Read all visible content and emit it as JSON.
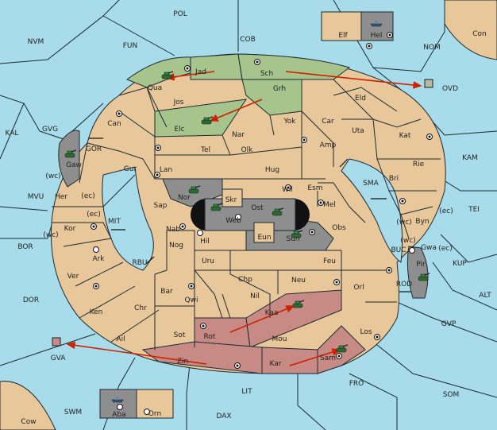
{
  "colors": {
    "sea": "#a8dcea",
    "land": "#e8c89a",
    "green_power": "#a6c48c",
    "red_power": "#c88a84",
    "grey_power": "#8e8e8e",
    "arrow": "#cc2200"
  },
  "map": {
    "sea_labels": {
      "POL": "POL",
      "NVM": "NVM",
      "FUN": "FUN",
      "COB": "COB",
      "NOM": "NOM",
      "KAL": "KAL",
      "GVG": "GVG",
      "GOR": "GOR",
      "MIT": "MIT",
      "MVU": "MVU",
      "BOR": "BOR",
      "DOR": "DOR",
      "RBU": "RBU",
      "SMA": "SMA",
      "KAM": "KAM",
      "TEI": "TEI",
      "BUC": "BUC",
      "KUP": "KUP",
      "ROD": "ROD",
      "ALT": "ALT",
      "GVP": "GVP",
      "FRO": "FRO",
      "SOM": "SOM",
      "LIT": "LIT",
      "SWM": "SWM",
      "DAX": "DAX",
      "OVD": "OVD",
      "GVA": "GVA"
    },
    "land_labels": {
      "Con": "Con",
      "Cow": "Cow",
      "Elf": "Elf",
      "Hel": "Hel",
      "Aba": "Aba",
      "Orn": "Orn",
      "Jad": "Jad",
      "Sch": "Sch",
      "Qua": "Qua",
      "Jos": "Jos",
      "Grh": "Grh",
      "Eld": "Eld",
      "Can": "Can",
      "Elc": "Elc",
      "Yok": "Yok",
      "Car": "Car",
      "Uta": "Uta",
      "Nar": "Nar",
      "Kat": "Kat",
      "Gaw": "Gaw",
      "Tel": "Tel",
      "Olk": "Olk",
      "Amp": "Amp",
      "Gur": "Gur",
      "Lan": "Lan",
      "Hug": "Hug",
      "Rie": "Rie",
      "Bri": "Bri",
      "Wil": "Wil",
      "Esm": "Esm",
      "Nor": "Nor",
      "Her": "Her",
      "Skr": "Skr",
      "Mel": "Mel",
      "Ost": "Ost",
      "Sap": "Sap",
      "Web": "Web",
      "Byn": "Byn",
      "Kor": "Kor",
      "Nab": "Nab",
      "Obs": "Obs",
      "Eun": "Eun",
      "Sun": "Sun",
      "Gwa": "Gwa",
      "Hil": "Hil",
      "Nog": "Nog",
      "Ark": "Ark",
      "Pir": "Pir",
      "Uru": "Uru",
      "Feu": "Feu",
      "Ver": "Ver",
      "Chp": "Chp",
      "Neu": "Neu",
      "Bar": "Bar",
      "Orl": "Orl",
      "Nil": "Nil",
      "Qwi": "Qwi",
      "Ken": "Ken",
      "Chr": "Chr",
      "Kaa": "Kaa",
      "Rot": "Rot",
      "Los": "Los",
      "Sot": "Sot",
      "Ail": "Ail",
      "Mou": "Mou",
      "Zin": "Zin",
      "Kar": "Kar",
      "Sam": "Sam"
    },
    "coast_labels": {
      "wc1": "(wc)",
      "ec1": "(ec)",
      "ec2": "(ec)",
      "wc2": "(wc)",
      "wc3": "(wc)",
      "ec3": "(ec)",
      "wc4": "(wc)",
      "ec4": "(ec)"
    }
  }
}
